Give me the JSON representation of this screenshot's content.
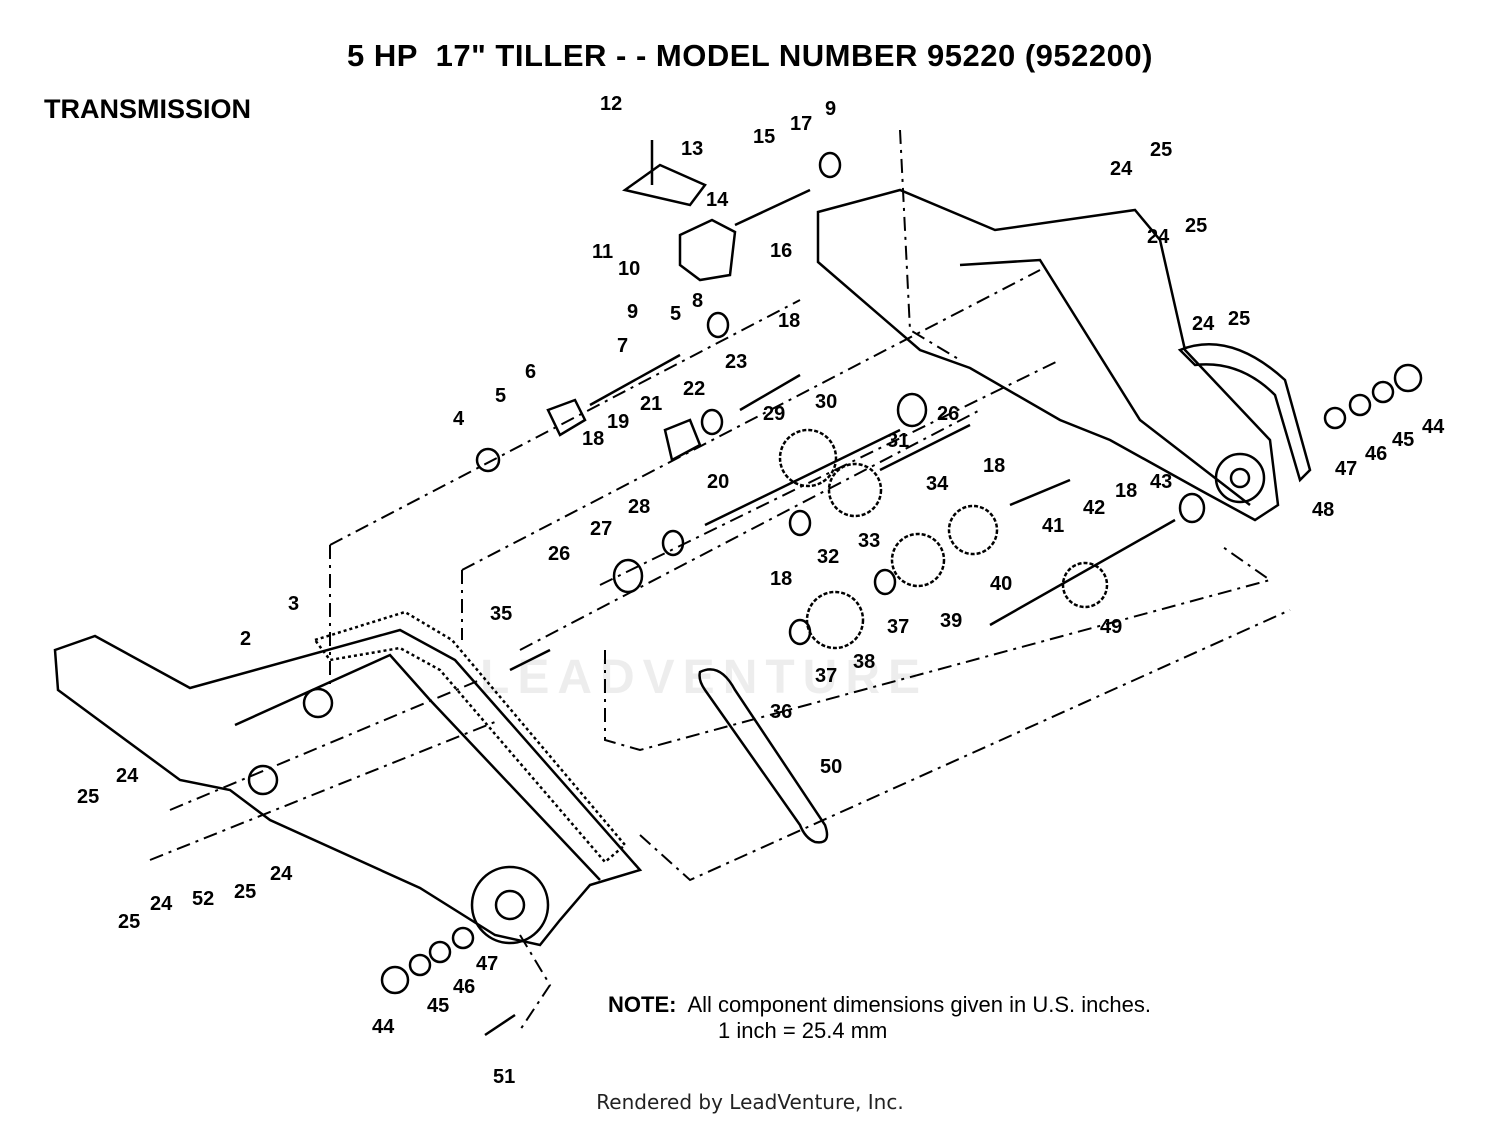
{
  "title": "5 HP  17\" TILLER - - MODEL NUMBER 95220 (952200)",
  "section": "TRANSMISSION",
  "note": {
    "label": "NOTE:",
    "line1": "All component dimensions given in U.S. inches.",
    "line2": "1 inch = 25.4 mm"
  },
  "footer": "Rendered by LeadVenture, Inc.",
  "watermark": "LEADVENTURE",
  "callouts": {
    "c2": "2",
    "c3": "3",
    "c4": "4",
    "c5a": "5",
    "c5b": "5",
    "c6": "6",
    "c7": "7",
    "c8": "8",
    "c9a": "9",
    "c9b": "9",
    "c10": "10",
    "c11": "11",
    "c12": "12",
    "c13": "13",
    "c14": "14",
    "c15": "15",
    "c16": "16",
    "c17": "17",
    "c18a": "18",
    "c18b": "18",
    "c18c": "18",
    "c18d": "18",
    "c18e": "18",
    "c19": "19",
    "c20": "20",
    "c21": "21",
    "c22": "22",
    "c23": "23",
    "c24a": "24",
    "c24b": "24",
    "c24c": "24",
    "c24d": "24",
    "c24e": "24",
    "c24f": "24",
    "c25a": "25",
    "c25b": "25",
    "c25c": "25",
    "c25d": "25",
    "c25e": "25",
    "c25f": "25",
    "c26a": "26",
    "c26b": "26",
    "c27": "27",
    "c28": "28",
    "c29": "29",
    "c30": "30",
    "c31": "31",
    "c32": "32",
    "c33": "33",
    "c34": "34",
    "c35": "35",
    "c36": "36",
    "c37a": "37",
    "c37b": "37",
    "c38": "38",
    "c39": "39",
    "c40": "40",
    "c41": "41",
    "c42": "42",
    "c43": "43",
    "c44a": "44",
    "c44b": "44",
    "c45a": "45",
    "c45b": "45",
    "c46a": "46",
    "c46b": "46",
    "c47a": "47",
    "c47b": "47",
    "c48": "48",
    "c49": "49",
    "c50": "50",
    "c51": "51",
    "c52": "52"
  }
}
